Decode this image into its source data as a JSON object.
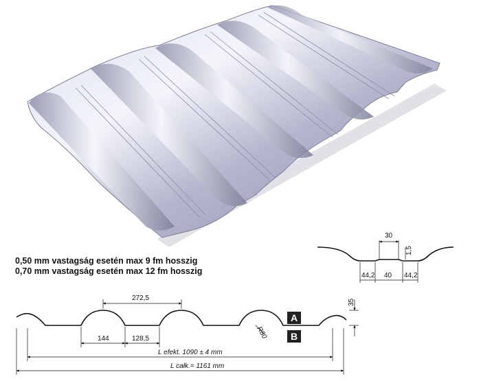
{
  "notes": [
    "0,50 mm vastagság esetén max 9 fm hosszig",
    "0,70 mm vastagság esetén max 12 fm hosszig"
  ],
  "detail": {
    "top_width": "30",
    "step_height": "1,5",
    "left": "44,2",
    "middle": "40",
    "right": "44,2"
  },
  "profile": {
    "pitch": "272,5",
    "gap_a": "144",
    "gap_b": "128,5",
    "height": "35",
    "radius": "R80",
    "effective": "L efekt. 1090 ± 4 mm",
    "total": "L całk.= 1161 mm",
    "side_a": "A",
    "side_b": "B"
  },
  "colors": {
    "sheet_light": "#eef0fa",
    "sheet_mid": "#a9acc6",
    "sheet_dark": "#6b6e86",
    "label_box": "#222222"
  }
}
